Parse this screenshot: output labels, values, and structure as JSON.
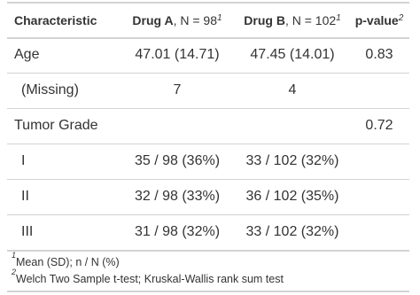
{
  "header": {
    "col0": "Characteristic",
    "col1_bold": "Drug A",
    "col1_rest": ", N = 98",
    "col1_sup": "1",
    "col2_bold": "Drug B",
    "col2_rest": ", N = 102",
    "col2_sup": "1",
    "col3": "p-value",
    "col3_sup": "2"
  },
  "rows": [
    {
      "label": "Age",
      "a": "47.01 (14.71)",
      "b": "47.45 (14.01)",
      "p": "0.83"
    },
    {
      "label": "(Missing)",
      "a": "7",
      "b": "4",
      "p": ""
    },
    {
      "label": "Tumor Grade",
      "a": "",
      "b": "",
      "p": "0.72"
    },
    {
      "label": "I",
      "a": "35 / 98 (36%)",
      "b": "33 / 102 (32%)",
      "p": ""
    },
    {
      "label": "II",
      "a": "32 / 98 (33%)",
      "b": "36 / 102 (35%)",
      "p": ""
    },
    {
      "label": "III",
      "a": "31 / 98 (32%)",
      "b": "33 / 102 (32%)",
      "p": ""
    }
  ],
  "footnotes": [
    {
      "mark": "1",
      "text": "Mean (SD); n / N (%)"
    },
    {
      "mark": "2",
      "text": "Welch Two Sample t-test; Kruskal-Wallis rank sum test"
    }
  ]
}
